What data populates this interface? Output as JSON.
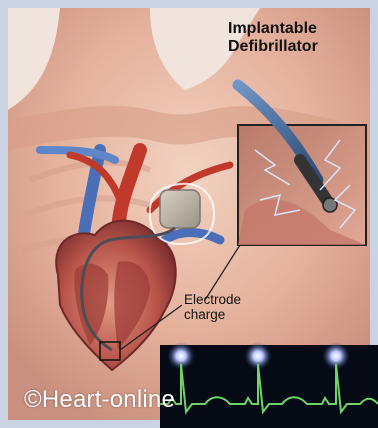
{
  "title": {
    "line1": "Implantable",
    "line2": "Defibrillator"
  },
  "callout": {
    "line1": "Electrode",
    "line2": "charge"
  },
  "watermark": "©Heart-online",
  "colors": {
    "frame": "#c9d3e2",
    "skin": "#e6b49f",
    "artery": "#c0392b",
    "vein": "#4a6fb8",
    "ecg_line": "#6fd36a",
    "ecg_bg": "#050a14",
    "device": "#b6aea3"
  },
  "icons": [
    "implantable-defibrillator-device-icon",
    "electrode-lead-icon",
    "ecg-trace-icon"
  ]
}
